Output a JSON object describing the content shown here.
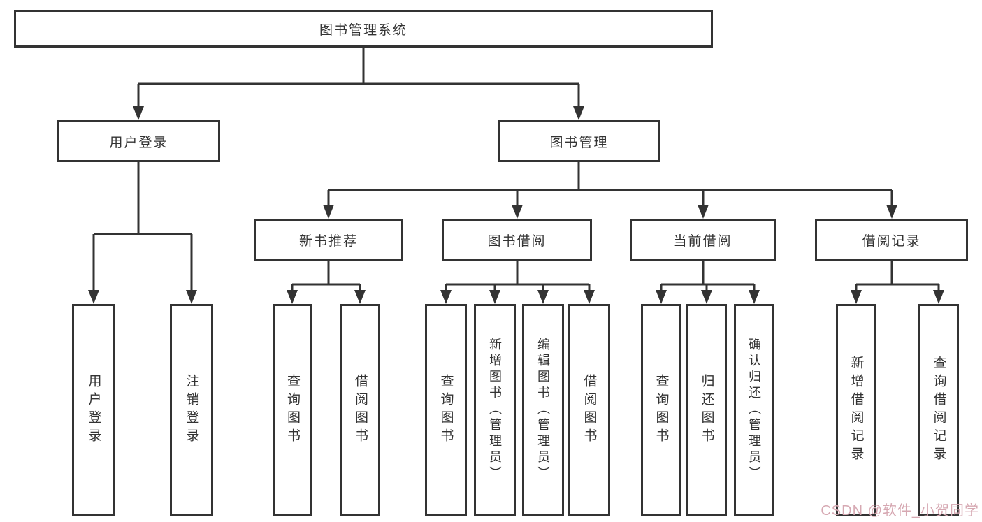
{
  "diagram_title": "图书管理系统",
  "tree": {
    "root": {
      "label": "图书管理系统"
    },
    "branches": [
      {
        "label": "用户登录",
        "children": [
          {
            "label": "用户登录"
          },
          {
            "label": "注销登录"
          }
        ]
      },
      {
        "label": "图书管理",
        "children": [
          {
            "label": "新书推荐",
            "children": [
              {
                "label": "查询图书"
              },
              {
                "label": "借阅图书"
              }
            ]
          },
          {
            "label": "图书借阅",
            "children": [
              {
                "label": "查询图书"
              },
              {
                "label": "新增图书（管理员）"
              },
              {
                "label": "编辑图书（管理员）"
              },
              {
                "label": "借阅图书"
              }
            ]
          },
          {
            "label": "当前借阅",
            "children": [
              {
                "label": "查询图书"
              },
              {
                "label": "归还图书"
              },
              {
                "label": "确认归还（管理员）"
              }
            ]
          },
          {
            "label": "借阅记录",
            "children": [
              {
                "label": "新增借阅记录"
              },
              {
                "label": "查询借阅记录"
              }
            ]
          }
        ]
      }
    ]
  },
  "watermark": {
    "text": "CSDN @软件_小贺同学"
  },
  "colors": {
    "line": "#333333",
    "text": "#333333",
    "box_background": "#ffffff",
    "watermark": "#d6a8b2"
  }
}
